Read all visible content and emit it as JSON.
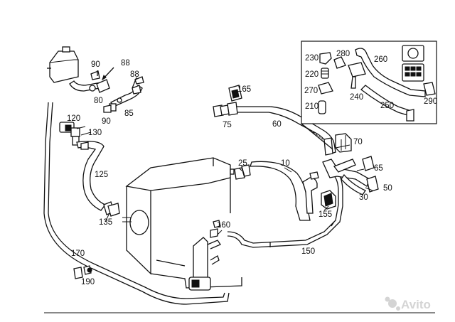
{
  "diagram": {
    "callouts": [
      {
        "id": "c90a",
        "text": "90"
      },
      {
        "id": "c88a",
        "text": "88"
      },
      {
        "id": "c88b",
        "text": "88"
      },
      {
        "id": "c80",
        "text": "80"
      },
      {
        "id": "c85",
        "text": "85"
      },
      {
        "id": "c90b",
        "text": "90"
      },
      {
        "id": "c120",
        "text": "120"
      },
      {
        "id": "c130",
        "text": "130"
      },
      {
        "id": "c125",
        "text": "125"
      },
      {
        "id": "c135",
        "text": "135"
      },
      {
        "id": "c170",
        "text": "170"
      },
      {
        "id": "c190",
        "text": "190"
      },
      {
        "id": "c165",
        "text": "165"
      },
      {
        "id": "c75",
        "text": "75"
      },
      {
        "id": "c60",
        "text": "60"
      },
      {
        "id": "c70",
        "text": "70"
      },
      {
        "id": "c25",
        "text": "25"
      },
      {
        "id": "c10",
        "text": "10"
      },
      {
        "id": "c65",
        "text": "65"
      },
      {
        "id": "c50",
        "text": "50"
      },
      {
        "id": "c30",
        "text": "30"
      },
      {
        "id": "c155",
        "text": "155"
      },
      {
        "id": "c160",
        "text": "160"
      },
      {
        "id": "c150",
        "text": "150"
      },
      {
        "id": "c230",
        "text": "230"
      },
      {
        "id": "c280",
        "text": "280"
      },
      {
        "id": "c260",
        "text": "260"
      },
      {
        "id": "c220",
        "text": "220"
      },
      {
        "id": "c270",
        "text": "270"
      },
      {
        "id": "c240",
        "text": "240"
      },
      {
        "id": "c210",
        "text": "210"
      },
      {
        "id": "c250",
        "text": "250"
      },
      {
        "id": "c290",
        "text": "290"
      }
    ],
    "watermark": "Avito"
  }
}
